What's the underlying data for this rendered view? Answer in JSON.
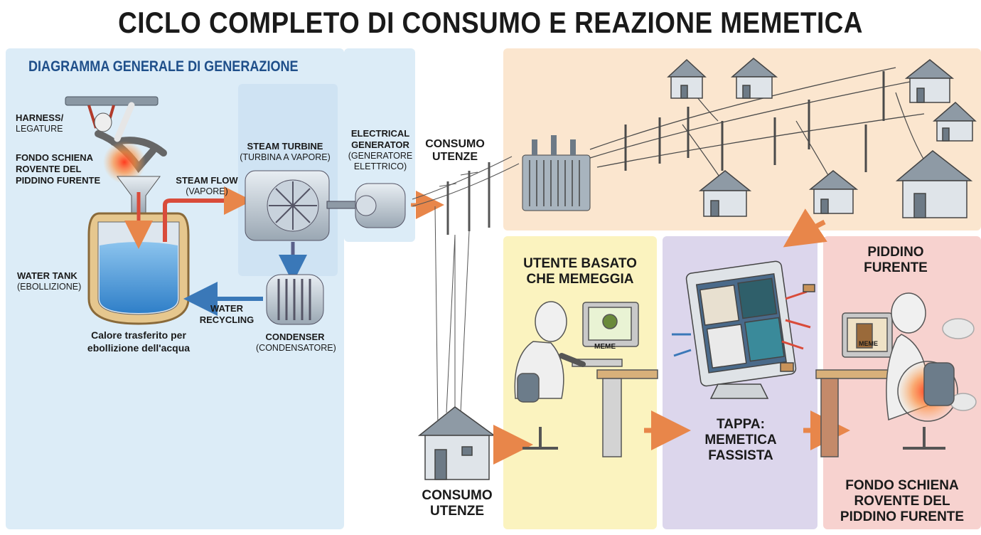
{
  "title": "CICLO COMPLETO DI CONSUMO E REAZIONE MEMETICA",
  "generation": {
    "heading": "DIAGRAMMA GENERALE DI GENERAZIONE",
    "harness": [
      "HARNESS/",
      "LEGATURE"
    ],
    "fondo": [
      "FONDO SCHIENA",
      "ROVENTE DEL",
      "PIDDINO FURENTE"
    ],
    "steam_flow": [
      "STEAM FLOW",
      "(VAPORE)"
    ],
    "steam_turbine": [
      "STEAM TURBINE",
      "(TURBINA A VAPORE)"
    ],
    "generator": [
      "ELECTRICAL",
      "GENERATOR",
      "(GENERATORE",
      "ELETTRICO)"
    ],
    "water_tank": [
      "WATER TANK",
      "(EBOLLIZIONE)"
    ],
    "water_recycling": [
      "WATER",
      "RECYCLING"
    ],
    "condenser": [
      "CONDENSER",
      "(CONDENSATORE)"
    ],
    "heat_caption": [
      "Calore trasferito per",
      "ebollizione dell'acqua"
    ]
  },
  "consumo_top": [
    "CONSUMO",
    "UTENZE"
  ],
  "consumo_bottom": [
    "CONSUMO",
    "UTENZE"
  ],
  "utente": [
    "UTENTE BASATO",
    "CHE MEMEGGIA"
  ],
  "meme_screen": "MEME",
  "tappa": [
    "TAPPA:",
    "MEMETICA",
    "FASSISTA"
  ],
  "piddino": [
    "PIDDINO",
    "FURENTE"
  ],
  "piddino_screen": "MEME",
  "fondo_bottom": [
    "FONDO SCHIENA",
    "ROVENTE DEL",
    "PIDDINO FURENTE"
  ],
  "colors": {
    "generation_panel": "#dcecf7",
    "grid_panel": "#fbe6cf",
    "utente_panel": "#fbf3bf",
    "tappa_panel": "#dcd6ec",
    "piddino_panel": "#f7d2cf",
    "arrow": "#e8864a",
    "steam": "#d94b3a",
    "water": "#3a78b8",
    "heading_blue": "#1f4f8a"
  }
}
